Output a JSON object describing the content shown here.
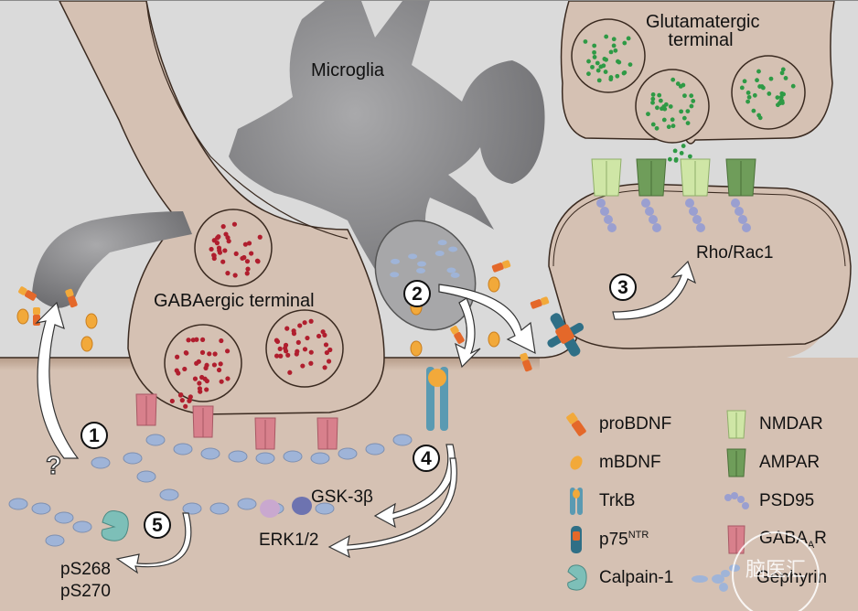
{
  "figure": {
    "cells": {
      "microglia": "Microglia",
      "gabaergic_terminal": "GABAergic terminal",
      "glutamatergic_terminal_line1": "Glutamatergic",
      "glutamatergic_terminal_line2": "terminal"
    },
    "pathway_labels": {
      "rho_rac1": "Rho/Rac1",
      "gsk3b": "GSK-3β",
      "erk12": "ERK1/2",
      "ps268": "pS268",
      "ps270": "pS270",
      "unknown": "?"
    },
    "steps": [
      "1",
      "2",
      "3",
      "4",
      "5"
    ],
    "colors": {
      "extracellular": "#dadada",
      "neuron": "#d5c1b3",
      "membrane": "#3a2a20",
      "microglia": "#8f8f91",
      "gaba_vesicle_dots": "#b01e2e",
      "glutamate_dots": "#2e9a45",
      "probdnf": "#e4682a",
      "mbdnf": "#f2a93a",
      "trkb": "#5a9ab2",
      "p75ntr": "#2f6f86",
      "nmdar": "#cfe6a6",
      "ampar": "#6f9d5a",
      "psd95": "#9a9fd0",
      "gabaar": "#d8808c",
      "gephyrin": "#9fb4d8",
      "calpain": "#7dbfb8"
    }
  },
  "legend": {
    "items": [
      {
        "key": "probdnf",
        "label": "proBDNF",
        "icon": "probdnf-icon"
      },
      {
        "key": "mbdnf",
        "label": "mBDNF",
        "icon": "mbdnf-icon"
      },
      {
        "key": "trkb",
        "label": "TrkB",
        "icon": "trkb-icon"
      },
      {
        "key": "p75",
        "label": "p75",
        "sup": "NTR",
        "icon": "p75ntr-icon"
      },
      {
        "key": "calpain",
        "label": "Calpain-1",
        "icon": "calpain-icon"
      },
      {
        "key": "nmdar",
        "label": "NMDAR",
        "icon": "nmdar-icon"
      },
      {
        "key": "ampar",
        "label": "AMPAR",
        "icon": "ampar-icon"
      },
      {
        "key": "psd95",
        "label": "PSD95",
        "icon": "psd95-icon"
      },
      {
        "key": "gabaar",
        "label": "GABA",
        "sub": "A",
        "label_suffix": "R",
        "icon": "gabaar-icon"
      },
      {
        "key": "gephyrin",
        "label": "Gephyrin",
        "icon": "gephyrin-icon"
      }
    ]
  },
  "watermark": "脑医汇"
}
